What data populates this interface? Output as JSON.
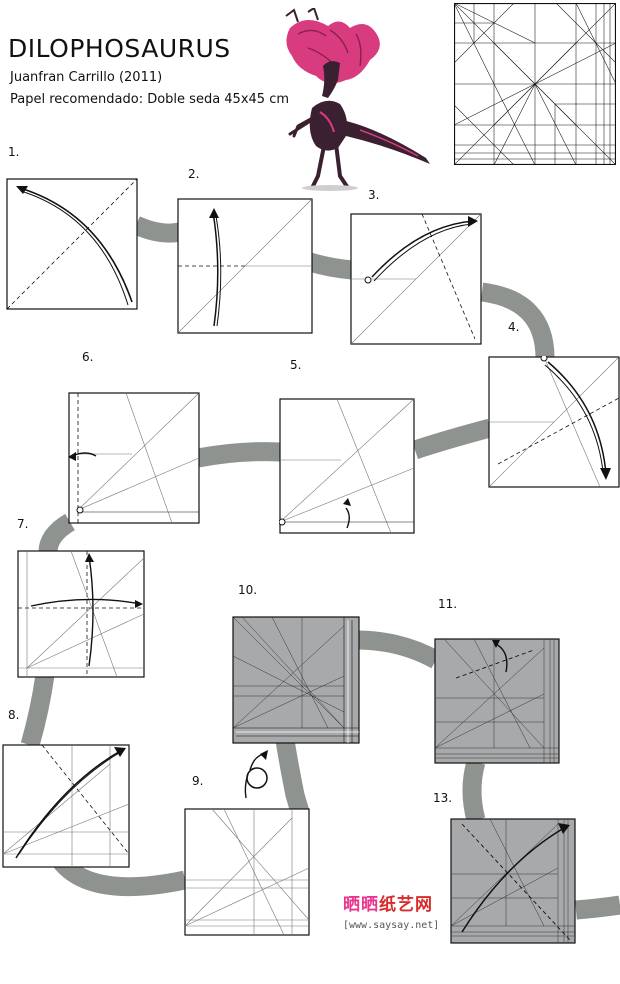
{
  "header": {
    "title": "DILOPHOSAURUS",
    "author": "Juanfran Carrillo (2011)",
    "paper": "Papel recomendado: Doble seda 45x45 cm"
  },
  "steps": [
    "1.",
    "2.",
    "3.",
    "4.",
    "5.",
    "6.",
    "7.",
    "8.",
    "9.",
    "10.",
    "11.",
    "13."
  ],
  "watermark": {
    "brand_part1": "晒晒",
    "brand_part2": "纸艺网",
    "url": "[www.saysay.net]"
  },
  "colors": {
    "path": "#8e9390",
    "paper_white": "#ffffff",
    "paper_colored": "#a7a9ab",
    "line": "#111111",
    "model_pink": "#d83c7e",
    "model_dark": "#3a2030"
  }
}
